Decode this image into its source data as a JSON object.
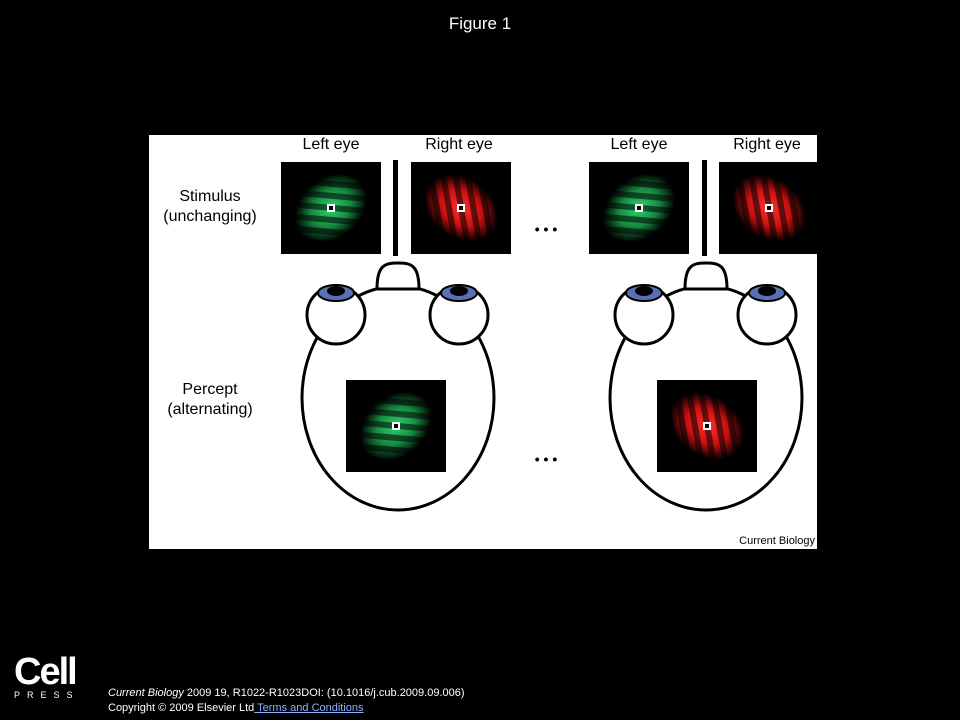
{
  "title": "Figure 1",
  "panel": {
    "left_eye": "Left eye",
    "right_eye": "Right eye",
    "row1_line1": "Stimulus",
    "row1_line2": "(unchanging)",
    "row2_line1": "Percept",
    "row2_line2": "(alternating)",
    "ellipsis": "• • •",
    "credit": "Current Biology"
  },
  "colors": {
    "green": "#1a9a4a",
    "red": "#e01818",
    "iris": "#5b6fb5"
  },
  "logo": {
    "cell": "Cell",
    "press": "PRESS"
  },
  "citation": {
    "journal": "Current Biology",
    "rest": " 2009 19, R1022-R1023DOI: (10.1016/j.cub.2009.09.006)",
    "copyright": "Copyright © 2009 Elsevier Ltd",
    "link": " Terms and Conditions"
  }
}
